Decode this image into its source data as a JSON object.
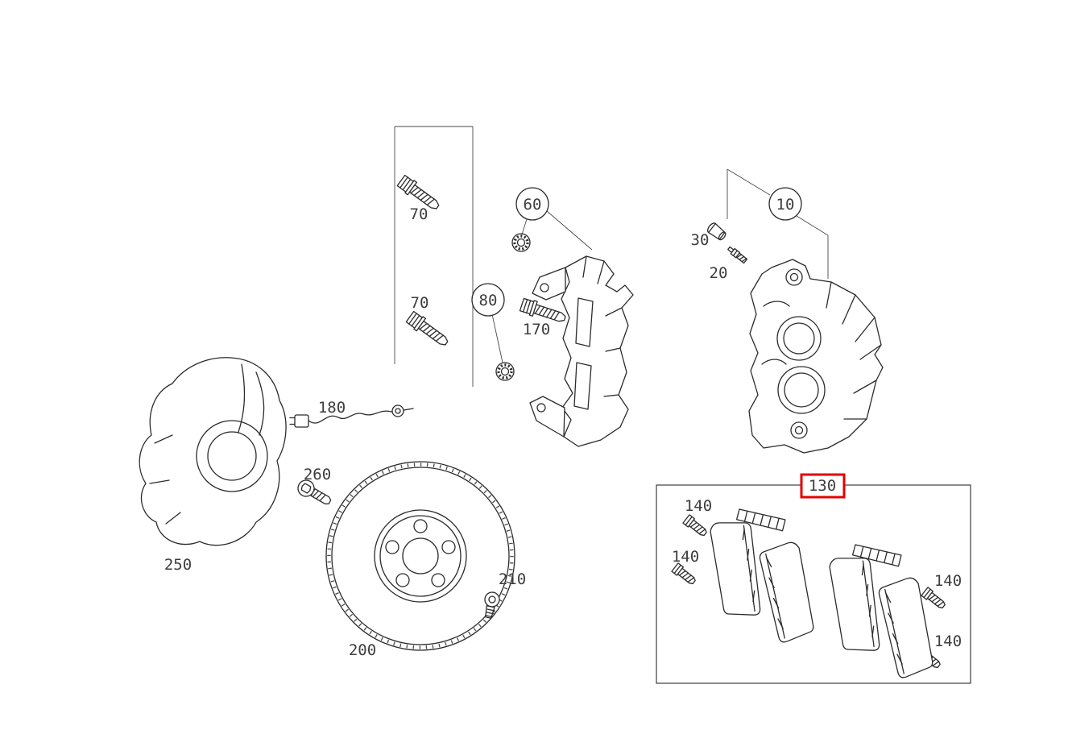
{
  "colors": {
    "line": "#2b2b2b",
    "label": "#3d3d3d",
    "highlight": "#e30000",
    "background": "#ffffff"
  },
  "callouts": {
    "c10": "10",
    "c20": "20",
    "c30": "30",
    "c60": "60",
    "c70a": "70",
    "c70b": "70",
    "c80": "80",
    "c130": "130",
    "c140a": "140",
    "c140b": "140",
    "c140c": "140",
    "c140d": "140",
    "c170": "170",
    "c180": "180",
    "c200": "200",
    "c210": "210",
    "c250": "250",
    "c260": "260"
  },
  "selected_callout": "130"
}
